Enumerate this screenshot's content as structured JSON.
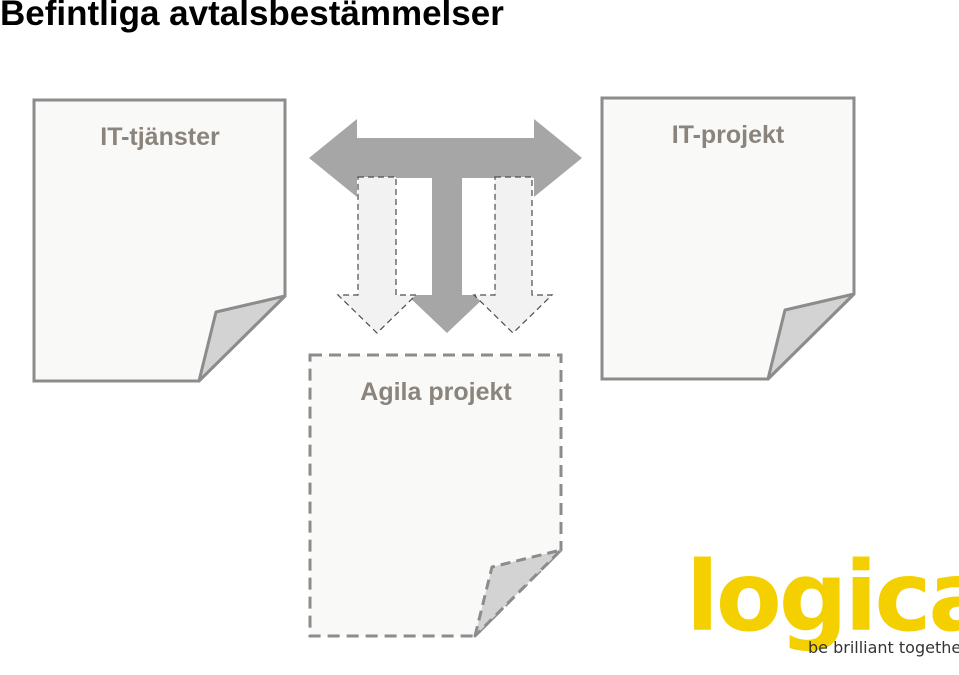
{
  "title": "Befintliga avtalsbestämmelser",
  "documents": [
    {
      "label": "IT-tjänster",
      "style": "solid"
    },
    {
      "label": "IT-projekt",
      "style": "solid"
    },
    {
      "label": "Agila projekt",
      "style": "dashed"
    }
  ],
  "logo": {
    "wordmark": "logica",
    "tagline": "be brilliant together",
    "color": "#f5d000"
  },
  "colors": {
    "arrow": "#a6a6a6",
    "border": "#8c8c8c",
    "paper": "#f9f9f8",
    "fold": "#d3d3d3",
    "label": "#8a847c"
  }
}
